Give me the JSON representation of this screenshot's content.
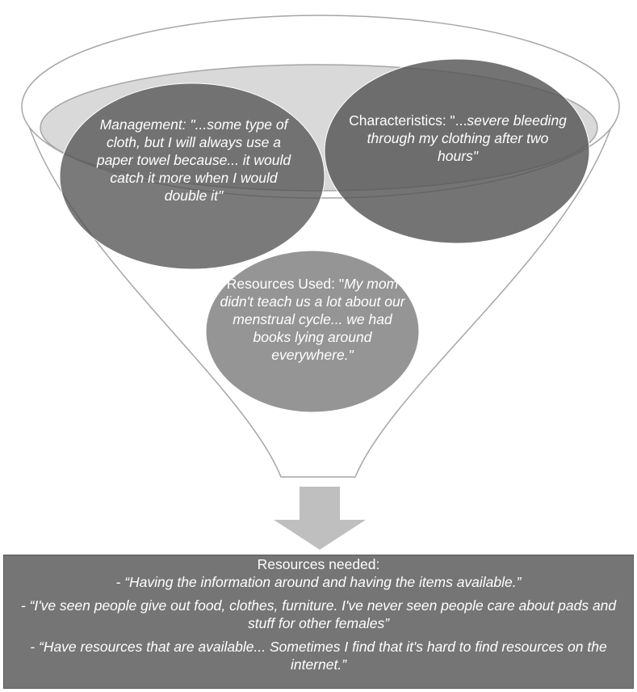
{
  "bubbles": {
    "management": {
      "lead": "Management: \"",
      "quote": "...some type of cloth, but I will always use a paper towel because... it would catch it more when I would double it\""
    },
    "characteristics": {
      "lead": "Characteristics: \"...",
      "quote": "severe bleeding through my clothing after two hours\""
    },
    "resources_used": {
      "lead": "Resources Used: \"",
      "quote": "My mom didn't teach us a lot about our menstrual cycle... we had books lying around everywhere.\""
    }
  },
  "resources_needed": {
    "title": "Resources needed:",
    "items": [
      "- “Having the information around and having the items available.”",
      "- “I've seen people give out food, clothes, furniture. I've never seen people care about pads and stuff for other females”",
      "- “Have resources that are available... Sometimes I find that it's hard to find resources on the internet.”"
    ]
  },
  "colors": {
    "funnel_fill": "#ffffff",
    "funnel_stroke": "#a6a6a6",
    "funnel_rim": "#d9d9d9",
    "bubble_dark": "#666666",
    "bubble_mid": "#8c8c8c",
    "arrow": "#bfbfbf",
    "box": "#757575"
  }
}
